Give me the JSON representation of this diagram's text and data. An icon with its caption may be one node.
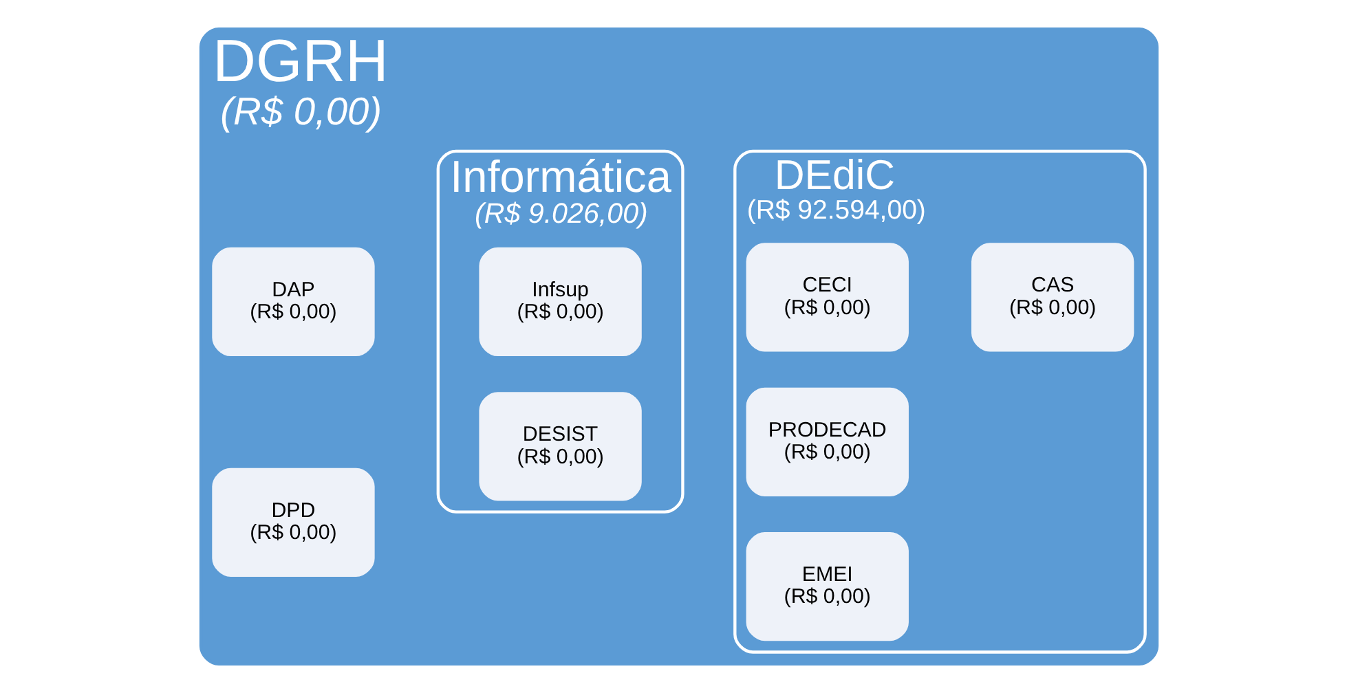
{
  "diagram": {
    "nodes": [
      {
        "text": [
          "DGRH",
          "(R$ 0,00)"
        ]
      },
      {
        "text": [
          "DAP",
          "(R$ 0,00)"
        ],
        "in": 0
      },
      {
        "text": [
          "DPD",
          "(R$ 0,00)"
        ],
        "in": 0
      },
      {
        "text": [
          "Informática",
          "(R$ 9.026,00)"
        ],
        "in": 0
      },
      {
        "text": [
          "Infsup",
          "(R$ 0,00)"
        ],
        "in": 3
      },
      {
        "text": [
          "DESIST",
          "(R$ 0,00)"
        ],
        "in": 3
      },
      {
        "text": [
          "DEdiC",
          "(R$ 92.594,00)"
        ],
        "in": 0
      },
      {
        "text": [
          "CECI",
          "(R$ 0,00)"
        ],
        "in": 6
      },
      {
        "text": [
          "CAS",
          "(R$ 0,00)"
        ],
        "in": 6
      },
      {
        "text": [
          "PRODECAD",
          "(R$ 0,00)"
        ],
        "in": 6
      },
      {
        "text": [
          "EMEI",
          "(R$ 0,00)"
        ],
        "in": 6
      }
    ],
    "edges": []
  }
}
